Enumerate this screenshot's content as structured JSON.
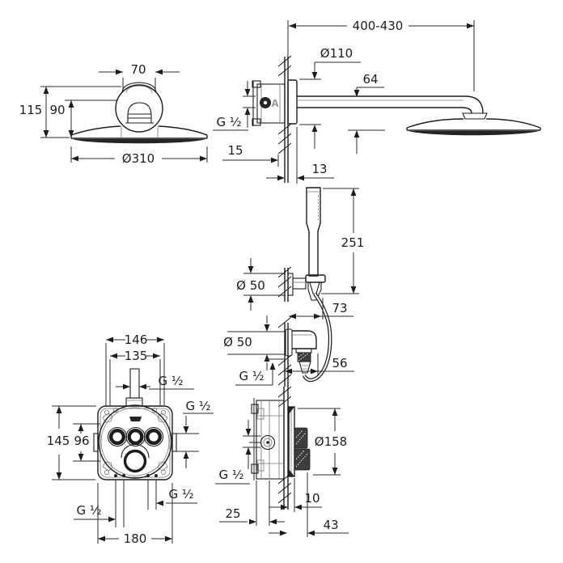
{
  "palette": {
    "background": "#ffffff",
    "ink": "#1c1c1c",
    "muted": "#767676",
    "marker_gray": "#9a9a9a"
  },
  "figures": {
    "overhead_front": {
      "title": "overhead shower front view",
      "dim_cap_width": "70",
      "dim_total_height": "115",
      "dim_ball_height": "90",
      "dim_head_diameter": "Ø310"
    },
    "arm_side": {
      "title": "shower arm side view",
      "dim_projection": "400-430",
      "dim_rosette_diameter": "Ø110",
      "dim_arm_offset": "64",
      "thread": "G ¹⁄₂",
      "dim_min_depth": "15",
      "dim_rosette_depth": "13",
      "marker": "A"
    },
    "hand_shower": {
      "title": "hand shower on wall holder",
      "dim_length": "251",
      "dim_rosette_diameter": "Ø 50",
      "dim_projection": "73"
    },
    "wall_union": {
      "title": "shower outlet elbow",
      "dim_rosette_diameter": "Ø 50",
      "thread": "G ¹⁄₂",
      "dim_projection": "56"
    },
    "mixer_front": {
      "title": "concealed thermostat front view",
      "dim_screw_spacing": "146",
      "dim_inner_spacing": "135",
      "thread_top": "G ¹⁄₂",
      "thread_right": "G ¹⁄₂",
      "dim_box_height": "145",
      "dim_inner_height": "96",
      "thread_bottom_left": "G ¹⁄₂",
      "thread_bottom_right": "G ¹⁄₂",
      "dim_box_width": "180"
    },
    "mixer_side": {
      "title": "concealed thermostat side view",
      "dim_plate_diameter": "Ø158",
      "thread": "G ¹⁄₂",
      "dim_plate_depth": "10",
      "dim_box_depth": "25",
      "dim_total_depth": "43"
    }
  }
}
